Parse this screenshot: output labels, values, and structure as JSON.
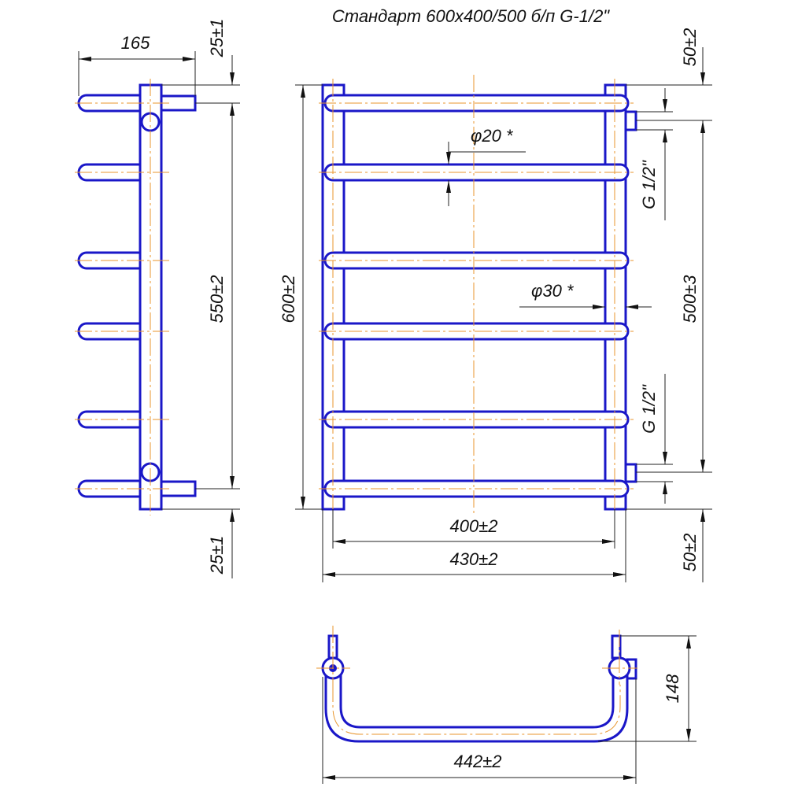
{
  "title": "Стандарт 600x400/500 б/п  G-1/2\"",
  "colors": {
    "outline": "#1a17c8",
    "centerline": "#e8962e",
    "dimension": "#222222"
  },
  "side_view": {
    "dim_width": "165",
    "dim_top_offset": "25±1",
    "dim_axis": "550±2",
    "dim_bottom_offset": "25±1"
  },
  "front_view": {
    "dim_height": "600±2",
    "dim_bar_dia": "φ20 *",
    "dim_post_dia": "φ30 *",
    "thread_top": "G 1/2\"",
    "thread_bottom": "G 1/2\"",
    "dim_top": "50±2",
    "dim_center": "500±3",
    "dim_bottom": "50±2",
    "dim_inner_width": "400±2",
    "dim_outer_width": "430±2"
  },
  "top_view": {
    "dim_depth": "148",
    "dim_width": "442±2"
  }
}
